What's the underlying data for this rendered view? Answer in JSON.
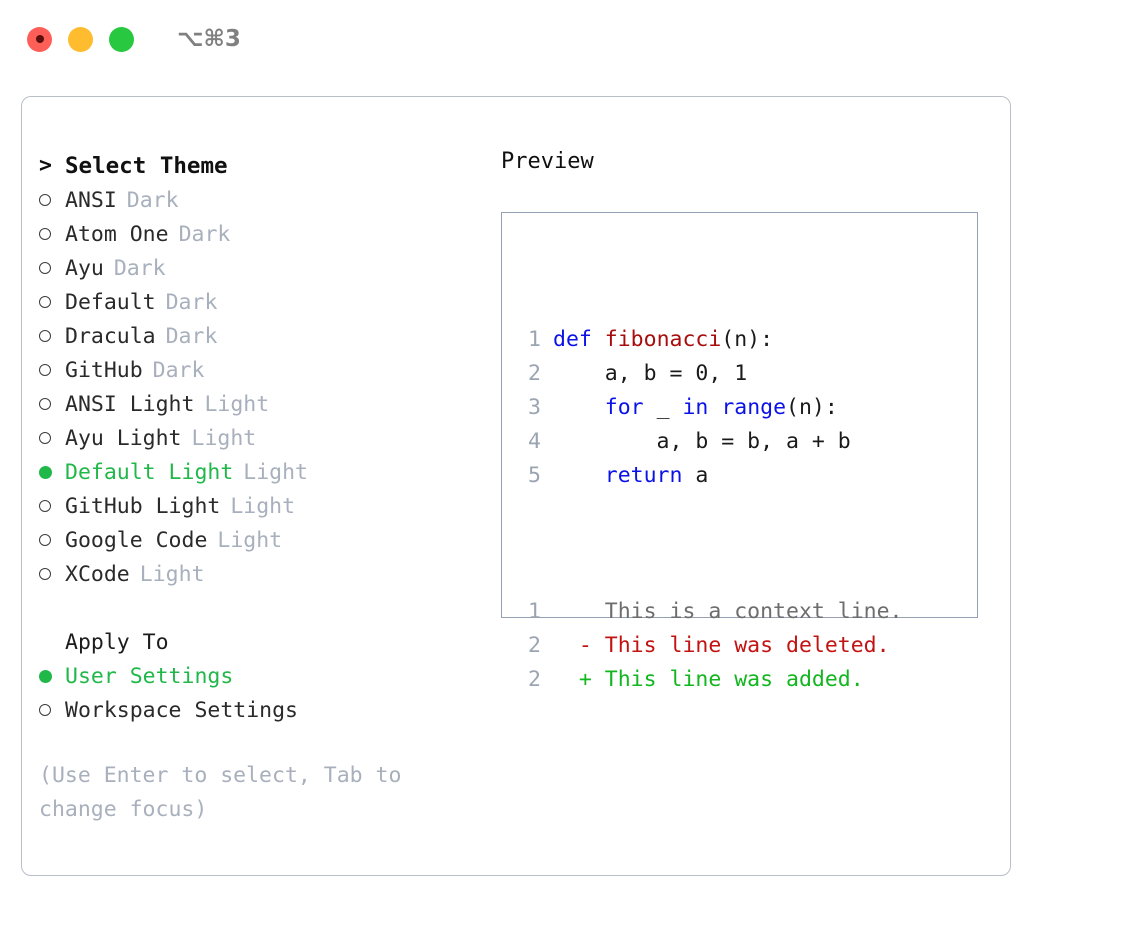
{
  "titlebar": {
    "shortcut": "⌥⌘3",
    "buttons": [
      {
        "name": "close",
        "color": "#fd5f58"
      },
      {
        "name": "minimize",
        "color": "#febc2e"
      },
      {
        "name": "maximize",
        "color": "#28c840"
      }
    ]
  },
  "theme_picker": {
    "heading_caret": ">",
    "heading": "Select Theme",
    "items": [
      {
        "marker": "○",
        "label": "ANSI",
        "tag": "Dark",
        "selected": false
      },
      {
        "marker": "○",
        "label": "Atom One",
        "tag": "Dark",
        "selected": false
      },
      {
        "marker": "○",
        "label": "Ayu",
        "tag": "Dark",
        "selected": false
      },
      {
        "marker": "○",
        "label": "Default",
        "tag": "Dark",
        "selected": false
      },
      {
        "marker": "○",
        "label": "Dracula",
        "tag": "Dark",
        "selected": false
      },
      {
        "marker": "○",
        "label": "GitHub",
        "tag": "Dark",
        "selected": false
      },
      {
        "marker": "○",
        "label": "ANSI Light",
        "tag": "Light",
        "selected": false
      },
      {
        "marker": "○",
        "label": "Ayu Light",
        "tag": "Light",
        "selected": false
      },
      {
        "marker": "●",
        "label": "Default Light",
        "tag": "Light",
        "selected": true
      },
      {
        "marker": "○",
        "label": "GitHub Light",
        "tag": "Light",
        "selected": false
      },
      {
        "marker": "○",
        "label": "Google Code",
        "tag": "Light",
        "selected": false
      },
      {
        "marker": "○",
        "label": "XCode",
        "tag": "Light",
        "selected": false
      }
    ]
  },
  "apply_to": {
    "heading": "Apply To",
    "items": [
      {
        "marker": "●",
        "label": "User Settings",
        "selected": true
      },
      {
        "marker": "○",
        "label": "Workspace Settings",
        "selected": false
      }
    ]
  },
  "hint": "(Use Enter to select, Tab to change focus)",
  "preview": {
    "title": "Preview",
    "code_lines": [
      {
        "no": "1",
        "tokens": [
          {
            "t": "def",
            "c": "kw"
          },
          {
            "t": " ",
            "c": "plain"
          },
          {
            "t": "fibonacci",
            "c": "fn"
          },
          {
            "t": "(n):",
            "c": "plain"
          }
        ]
      },
      {
        "no": "2",
        "tokens": [
          {
            "t": "    a, b = 0, 1",
            "c": "plain"
          }
        ]
      },
      {
        "no": "3",
        "tokens": [
          {
            "t": "    ",
            "c": "plain"
          },
          {
            "t": "for",
            "c": "kw"
          },
          {
            "t": " _ ",
            "c": "plain"
          },
          {
            "t": "in",
            "c": "kw"
          },
          {
            "t": " ",
            "c": "plain"
          },
          {
            "t": "range",
            "c": "kw"
          },
          {
            "t": "(n):",
            "c": "plain"
          }
        ]
      },
      {
        "no": "4",
        "tokens": [
          {
            "t": "        a, b = b, a + b",
            "c": "plain"
          }
        ]
      },
      {
        "no": "5",
        "tokens": [
          {
            "t": "    ",
            "c": "plain"
          },
          {
            "t": "return",
            "c": "kw"
          },
          {
            "t": " a",
            "c": "plain"
          }
        ]
      }
    ],
    "diff_lines": [
      {
        "no": "1",
        "sign": " ",
        "text": "This is a context line.",
        "kind": "ctx"
      },
      {
        "no": "2",
        "sign": "-",
        "text": "This line was deleted.",
        "kind": "del"
      },
      {
        "no": "2",
        "sign": "+",
        "text": "This line was added.",
        "kind": "add"
      }
    ]
  },
  "colors": {
    "accent_green": "#21b84a",
    "tag_gray": "#a8b0bd",
    "panel_border": "#b9bec7",
    "preview_border": "#93a1b2",
    "keyword_blue": "#0b12e8",
    "function_red": "#a80d0d",
    "diff_add": "#12b61f",
    "diff_del": "#c31212"
  }
}
